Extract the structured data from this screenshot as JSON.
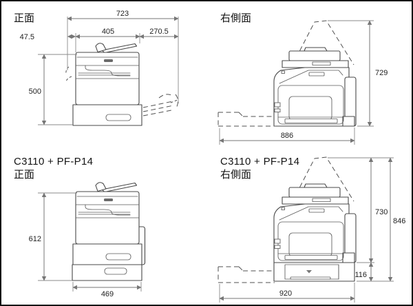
{
  "colors": {
    "outline": "#474747",
    "dimension_line": "#767676",
    "text": "#1e1e1e",
    "background": "#ffffff"
  },
  "views": {
    "front": {
      "title": "正面",
      "dims": {
        "total_width": "723",
        "left_offset": "47.5",
        "body_width": "405",
        "right_offset": "270.5",
        "height": "500"
      }
    },
    "side": {
      "title": "右側面",
      "dims": {
        "height_open": "729",
        "depth_total": "886"
      }
    },
    "front_pf": {
      "model": "C3110 + PF-P14",
      "title": "正面",
      "dims": {
        "height": "612",
        "base_width": "469"
      }
    },
    "side_pf": {
      "model": "C3110 + PF-P14",
      "title": "右側面",
      "dims": {
        "height_open": "730",
        "height_total": "846",
        "feeder_height": "116",
        "depth_total": "920"
      }
    }
  }
}
